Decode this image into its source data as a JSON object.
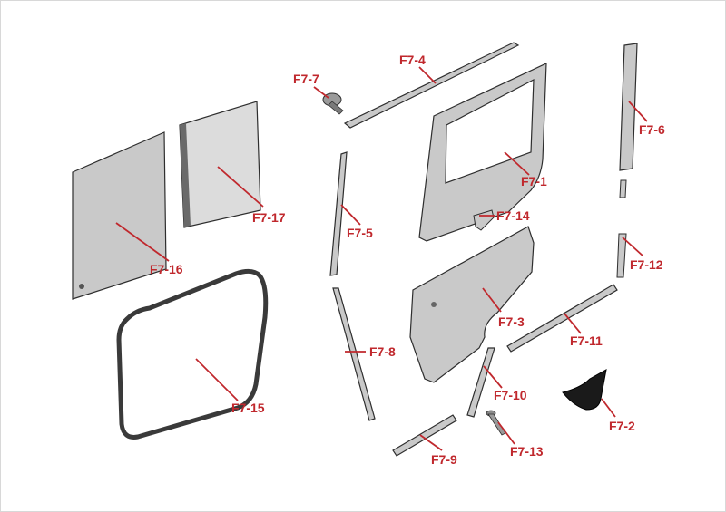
{
  "diagram": {
    "label_color": "#c0282d",
    "part_fill": "#c9c9c9",
    "part_fill_light": "#dcdcdc",
    "part_stroke": "#2e2e2e",
    "parts": [
      {
        "id": "F7-1",
        "label": "F7-1"
      },
      {
        "id": "F7-2",
        "label": "F7-2"
      },
      {
        "id": "F7-3",
        "label": "F7-3"
      },
      {
        "id": "F7-4",
        "label": "F7-4"
      },
      {
        "id": "F7-5",
        "label": "F7-5"
      },
      {
        "id": "F7-6",
        "label": "F7-6"
      },
      {
        "id": "F7-7",
        "label": "F7-7"
      },
      {
        "id": "F7-8",
        "label": "F7-8"
      },
      {
        "id": "F7-9",
        "label": "F7-9"
      },
      {
        "id": "F7-10",
        "label": "F7-10"
      },
      {
        "id": "F7-11",
        "label": "F7-11"
      },
      {
        "id": "F7-12",
        "label": "F7-12"
      },
      {
        "id": "F7-13",
        "label": "F7-13"
      },
      {
        "id": "F7-14",
        "label": "F7-14"
      },
      {
        "id": "F7-15",
        "label": "F7-15"
      },
      {
        "id": "F7-16",
        "label": "F7-16"
      },
      {
        "id": "F7-17",
        "label": "F7-17"
      }
    ]
  }
}
